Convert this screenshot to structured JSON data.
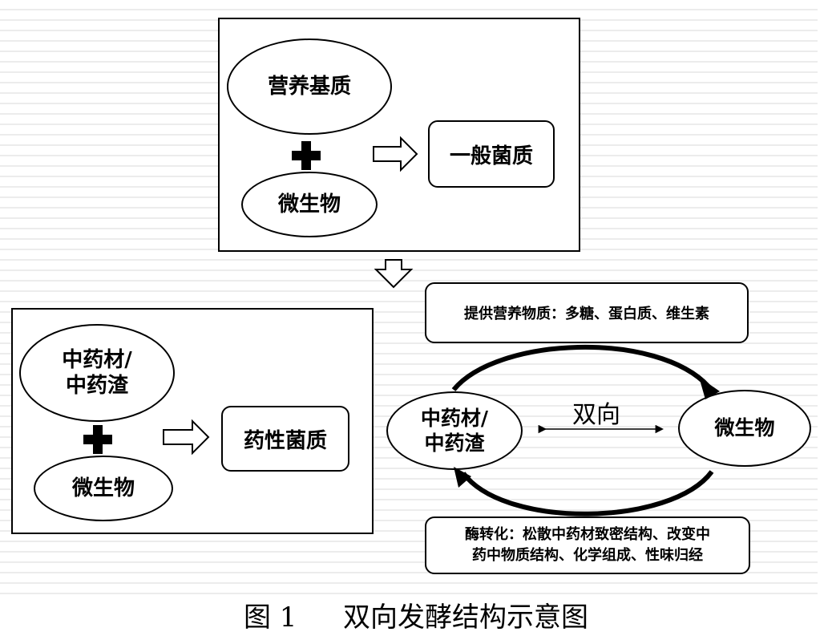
{
  "top_panel": {
    "substrate": "营养基质",
    "microbe": "微生物",
    "result": "一般菌质"
  },
  "bottom_panel": {
    "herb": "中药材/\n中药渣",
    "microbe": "微生物",
    "result": "药性菌质"
  },
  "cycle": {
    "left": "中药材/\n中药渣",
    "right": "微生物",
    "center_label": "双向",
    "top_note": "提供营养物质：多糖、蛋白质、维生素",
    "bottom_note": "酶转化：松散中药材致密结构、改变中\n药中物质结构、化学组成、性味归经"
  },
  "caption": {
    "figure_no": "图 1",
    "title": "双向发酵结构示意图"
  }
}
